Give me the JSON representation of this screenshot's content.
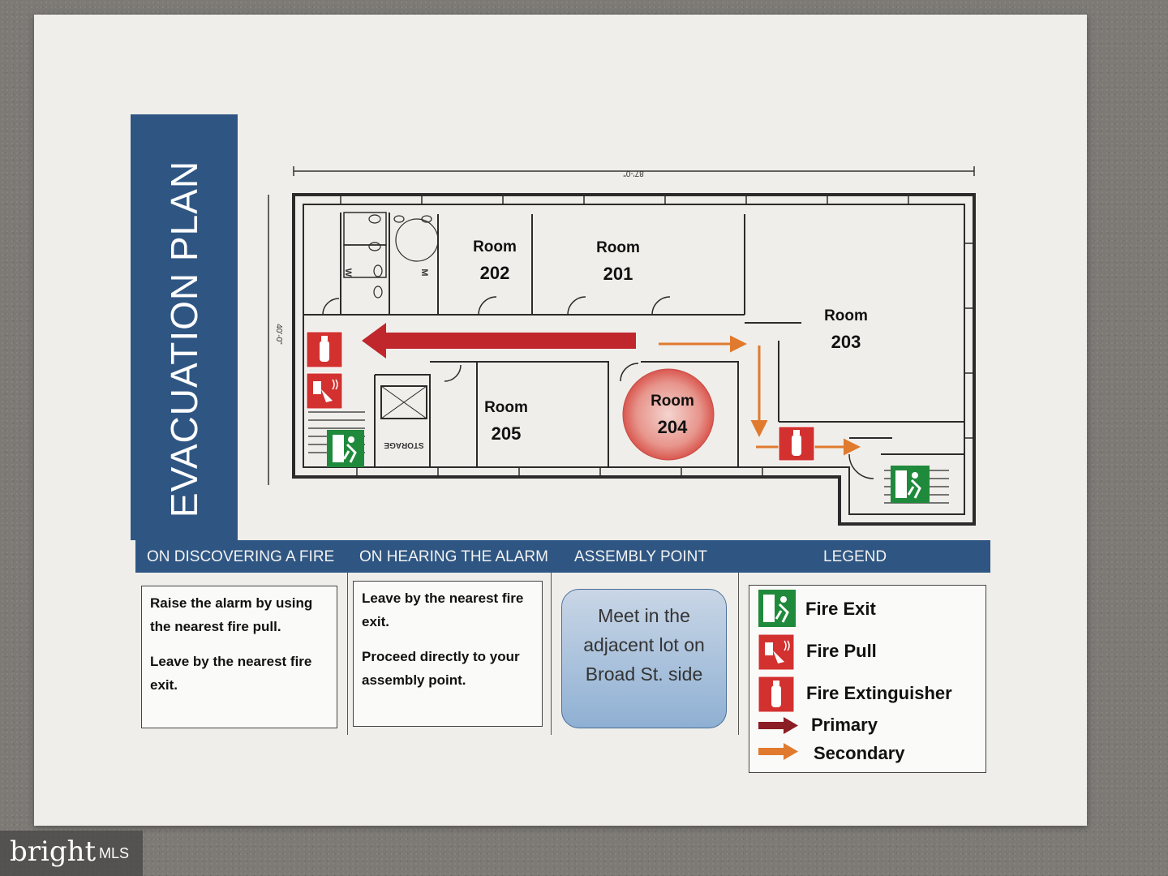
{
  "title": "EVACUATION PLAN",
  "plan": {
    "dimension_top": "87'-0\"",
    "dimension_side": "40'-0\"",
    "restroom_women": "W",
    "restroom_men": "M",
    "storage": "STORAGE",
    "rooms": [
      {
        "room_word": "Room",
        "number": "202"
      },
      {
        "room_word": "Room",
        "number": "201"
      },
      {
        "room_word": "Room",
        "number": "203"
      },
      {
        "room_word": "Room",
        "number": "205"
      },
      {
        "room_word": "Room",
        "number": "204"
      }
    ]
  },
  "sections": {
    "discovering": "ON DISCOVERING A FIRE",
    "hearing": "ON HEARING THE ALARM",
    "assembly": "ASSEMBLY POINT",
    "legend": "LEGEND"
  },
  "discovering_text": {
    "p1": "Raise the alarm by using the nearest fire pull.",
    "p2": "Leave by the nearest fire exit."
  },
  "hearing_text": {
    "p1": "Leave by the nearest fire exit.",
    "p2": "Proceed directly to your assembly point."
  },
  "assembly_text": {
    "line1": "Meet in the",
    "line2": "adjacent lot on",
    "line3": "Broad St. side"
  },
  "legend": {
    "fire_exit": "Fire Exit",
    "fire_pull": "Fire Pull",
    "fire_extinguisher": "Fire Extinguisher",
    "primary": "Primary",
    "secondary": "Secondary"
  },
  "colors": {
    "navy": "#2f5683",
    "primary_arrow": "#c0272d",
    "secondary_arrow": "#e07a2e",
    "exit_green": "#1f8a3b",
    "fire_red": "#d2312f"
  },
  "watermark": {
    "brand": "bright",
    "suffix": "MLS"
  }
}
